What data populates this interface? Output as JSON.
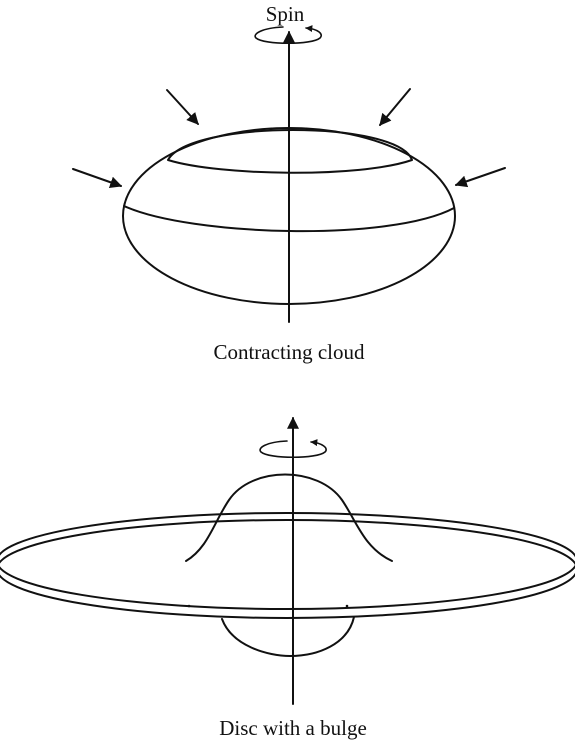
{
  "top_figure": {
    "axis_label": "Spin",
    "caption": "Contracting cloud"
  },
  "bottom_figure": {
    "caption": "Disc with a bulge"
  }
}
